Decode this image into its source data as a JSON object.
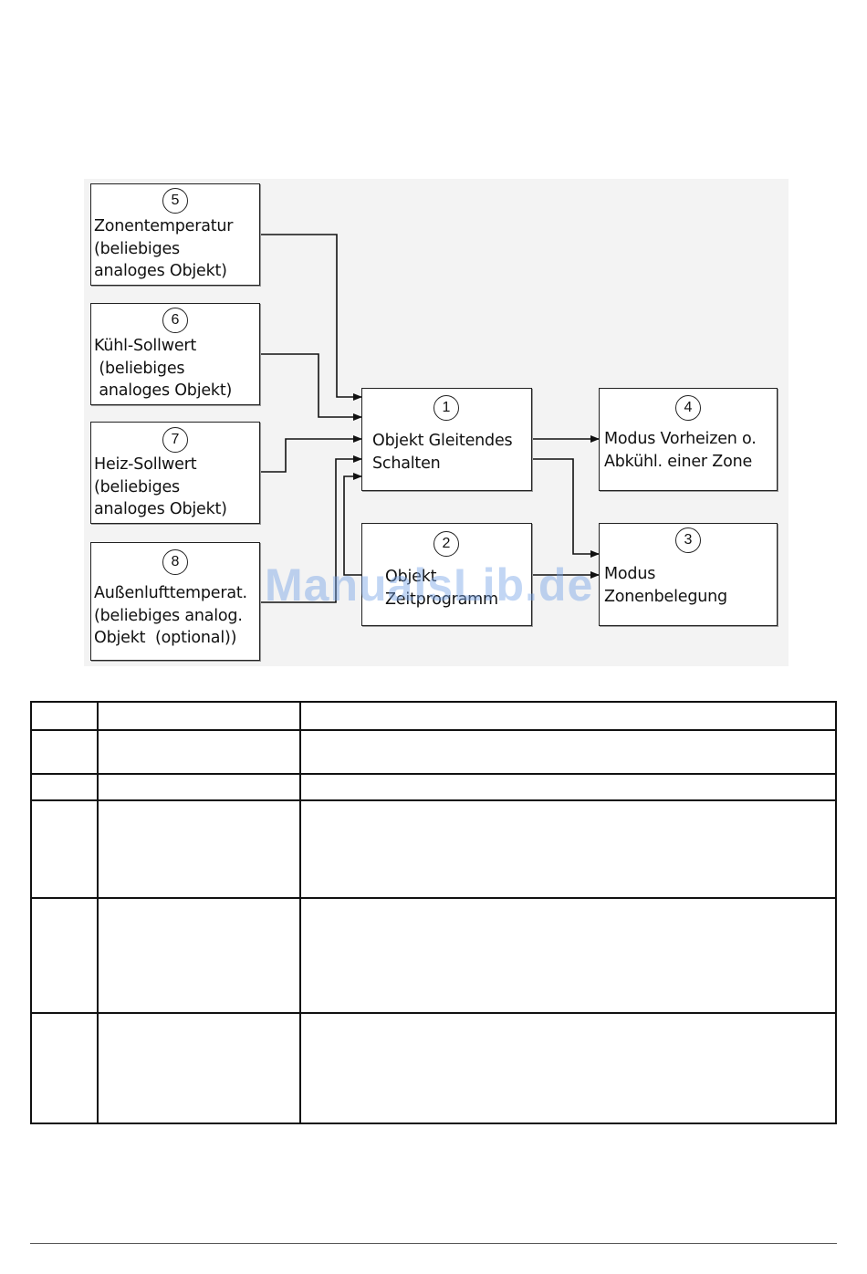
{
  "diagram": {
    "boxes": [
      {
        "id": "zone-temp",
        "number": "5",
        "text": "Zonentemperatur\n(beliebiges\nanaloges Objekt)"
      },
      {
        "id": "cool-setpoint",
        "number": "6",
        "text": "Kühl-Sollwert\n (beliebiges\n analoges Objekt)"
      },
      {
        "id": "heat-setpoint",
        "number": "7",
        "text": "Heiz-Sollwert\n(beliebiges\nanaloges Objekt)"
      },
      {
        "id": "outdoor-temp",
        "number": "8",
        "text": "Außenlufttemperat.\n(beliebiges analog.\nObjekt  (optional))"
      },
      {
        "id": "optimal-start",
        "number": "1",
        "text": "Objekt Gleitendes\nSchalten"
      },
      {
        "id": "schedule",
        "number": "2",
        "text": "Objekt\nZeitprogramm"
      },
      {
        "id": "preheat-mode",
        "number": "4",
        "text": "Modus Vorheizen o.\nAbkühl. einer Zone"
      },
      {
        "id": "occupancy-mode",
        "number": "3",
        "text": "Modus\nZonenbelegung"
      }
    ]
  },
  "watermark": "ManualsLib.de",
  "table": {
    "rows": [
      [
        "",
        "",
        ""
      ],
      [
        "",
        "",
        ""
      ],
      [
        "",
        "",
        ""
      ],
      [
        "",
        "",
        ""
      ],
      [
        "",
        "",
        ""
      ],
      [
        "",
        "",
        ""
      ]
    ]
  }
}
